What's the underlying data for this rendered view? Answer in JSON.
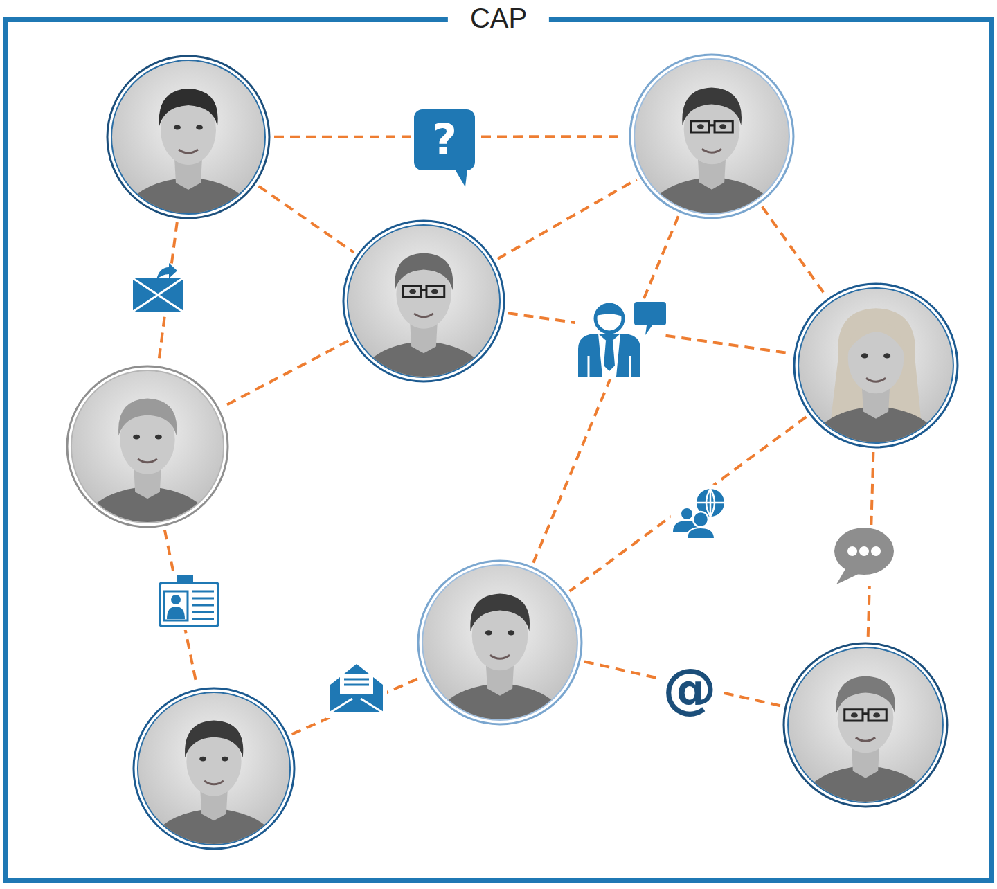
{
  "diagram": {
    "nodes": [
      {
        "text": [
          "CAP"
        ]
      },
      {
        "text": [],
        "in": 0
      },
      {
        "text": [],
        "in": 0
      },
      {
        "text": [],
        "in": 0
      },
      {
        "text": [],
        "in": 0
      },
      {
        "text": [],
        "in": 0
      },
      {
        "text": [],
        "in": 0
      },
      {
        "text": [],
        "in": 0
      },
      {
        "text": [],
        "in": 0
      }
    ],
    "edges": [
      {
        "from": 1,
        "to": 2,
        "arrow": "none",
        "label": "?"
      },
      {
        "from": 1,
        "to": 3,
        "arrow": "none"
      },
      {
        "from": 1,
        "to": 5,
        "arrow": "none"
      },
      {
        "from": 3,
        "to": 2,
        "arrow": "none"
      },
      {
        "from": 3,
        "to": 5,
        "arrow": "none"
      },
      {
        "from": 3,
        "to": 4,
        "arrow": "none"
      },
      {
        "from": 2,
        "to": 4,
        "arrow": "none"
      },
      {
        "from": 2,
        "to": 6,
        "arrow": "none"
      },
      {
        "from": 4,
        "to": 6,
        "arrow": "none"
      },
      {
        "from": 4,
        "to": 7,
        "arrow": "none"
      },
      {
        "from": 5,
        "to": 8,
        "arrow": "none"
      },
      {
        "from": 8,
        "to": 6,
        "arrow": "none"
      },
      {
        "from": 6,
        "to": 7,
        "arrow": "none",
        "label": "@"
      }
    ]
  }
}
